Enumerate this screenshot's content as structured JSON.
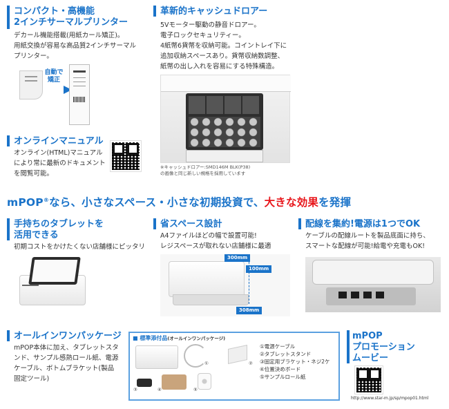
{
  "compact": {
    "title_line1": "コンパクト・高機能",
    "title_line2": "2インチサーマルプリンター",
    "desc_line1": "デカール機能搭載(用紙カール矯正)。",
    "desc_line2": "用紙交換が容易な高品質2インチサーマル",
    "desc_line3": "プリンター。",
    "auto_correct_line1": "自動で",
    "auto_correct_line2": "矯正"
  },
  "drawer": {
    "title": "革新的キャッシュドロアー",
    "desc_line1": "5Vモーター駆動の静音ドロアー。",
    "desc_line2": "電子ロックセキュリティー。",
    "desc_line3": "4紙幣6貨幣を収納可能。コイントレイ下に",
    "desc_line4": "追加収納スペースあり。貨幣収納数調整、",
    "desc_line5": "紙幣の出し入れを容易にする特殊構造。",
    "note_line1": "※キャッシュドロアー:SMD146M BLK(P38)",
    "note_line2": "の画像と同じ新しい規格を採用しています"
  },
  "manual": {
    "title": "オンラインマニュアル",
    "desc_line1": "オンライン(HTML)マニュアル",
    "desc_line2": "により常に最新のドキュメント",
    "desc_line3": "を閲覧可能。"
  },
  "banner": {
    "part1": "mPOP",
    "reg": "®",
    "part2": "なら、小さなスペース・小さな初期投資で、",
    "highlight": "大きな効果",
    "part3": "を発揮"
  },
  "tablet": {
    "title_line1": "手持ちのタブレットを",
    "title_line2": "活用できる",
    "desc": "初期コストをかけたくない店舗様にピッタリ"
  },
  "space": {
    "title": "省スペース設計",
    "desc_line1": "A4ファイルほどの幅で設置可能!",
    "desc_line2": "レジスペースが取れない店舗様に最適",
    "dim_depth": "300mm",
    "dim_height": "100mm",
    "dim_width": "308mm"
  },
  "wiring": {
    "title": "配線を集約!電源は1つでOK",
    "desc_line1": "ケーブルの配線ルートを製品底面に持ち、",
    "desc_line2": "スマートな配線が可能!給電や充電もOK!"
  },
  "allinone": {
    "title": "オールインワンパッケージ",
    "desc_line1": "mPOP本体に加え、タブレットスタ",
    "desc_line2": "ンド、サンプル感熱ロール紙、電源",
    "desc_line3": "ケーブル、ボトムブラケット(製品",
    "desc_line4": "固定ツール)"
  },
  "accessories": {
    "title": "■ 標準添付品",
    "subtitle": "(オールインワンパッケージ)",
    "items": [
      "①電源ケーブル",
      "②タブレットスタンド",
      "③固定用ブラケット・ネジ2ケ",
      "④位置決めボード",
      "⑤サンプルロール紙"
    ],
    "n1": "①",
    "n2": "②",
    "n3": "③",
    "n4": "④",
    "n5": "⑤"
  },
  "promo": {
    "title_line1": "mPOP",
    "title_line2": "プロモーション",
    "title_line3": "ムービー",
    "url": "http://www.star-m.jp/sp/mpop01.html"
  },
  "colors": {
    "accent": "#1a73c9",
    "highlight": "#e8161b"
  }
}
